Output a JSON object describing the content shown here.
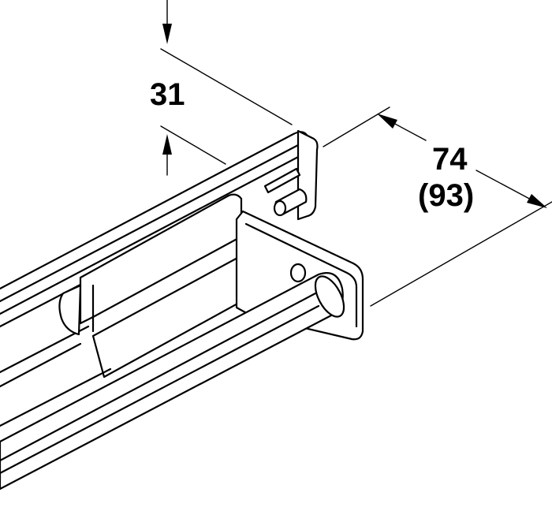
{
  "dimensions": {
    "height": {
      "value": "31"
    },
    "depth": {
      "value": "74",
      "alternate": "(93)"
    }
  },
  "colors": {
    "line": "#000000",
    "background": "#ffffff"
  }
}
